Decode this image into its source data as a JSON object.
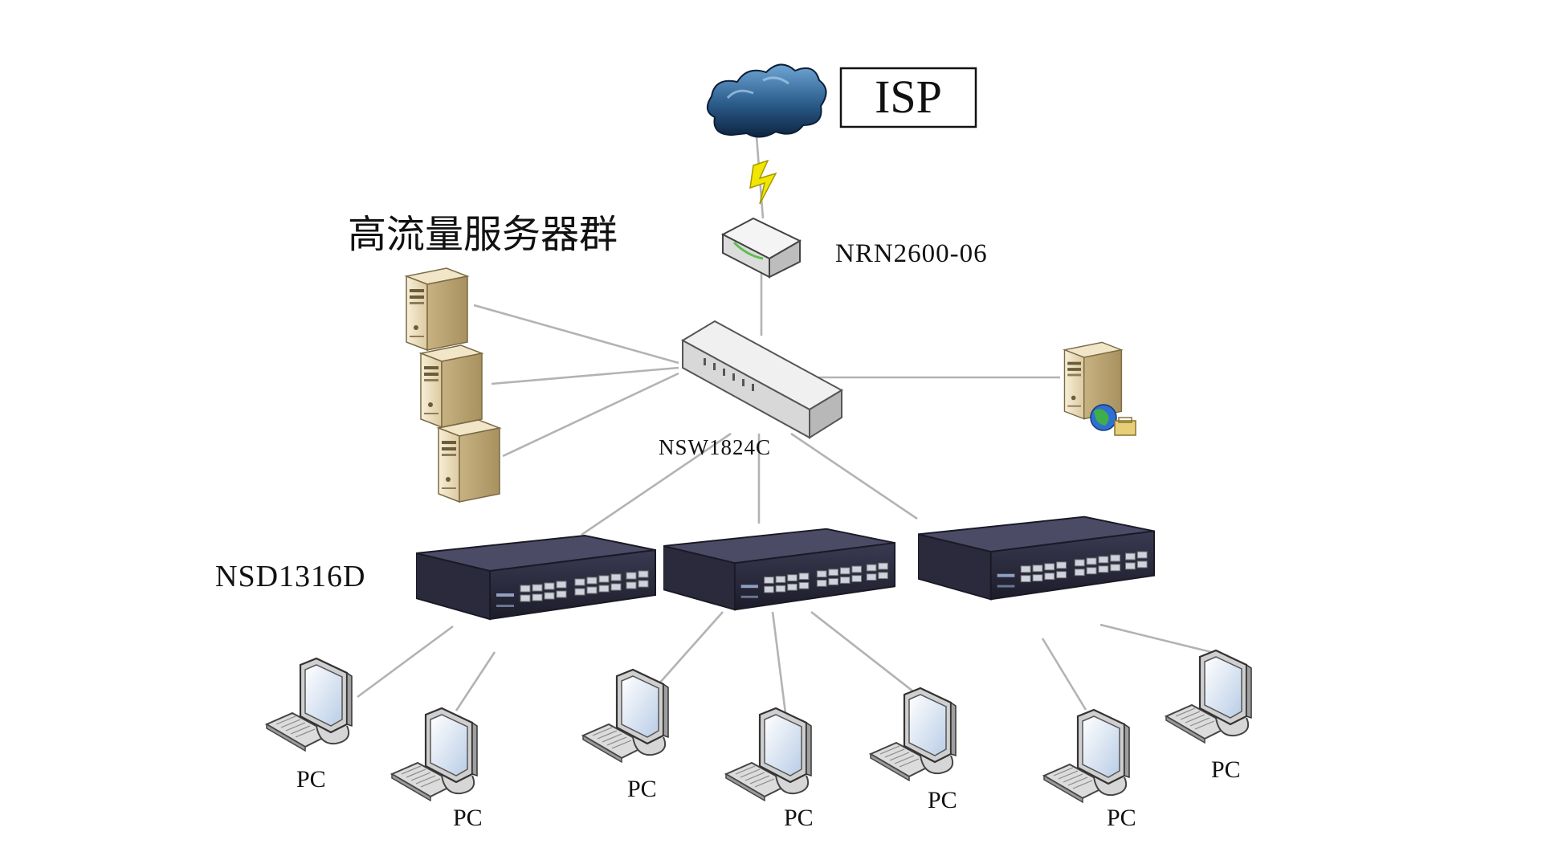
{
  "labels": {
    "isp": "ISP",
    "router": "NRN2600-06",
    "server_group": "高流量服务器群",
    "core_switch": "NSW1824C",
    "access_switch": "NSD1316D",
    "pc": "PC"
  },
  "colors": {
    "wire": "#b3b3b3",
    "cloud": "#2a5b8a",
    "lightning": "#f2e600",
    "switch_dark": "#2c2c3e",
    "server_beige": "#e8dcc0"
  },
  "icons": {
    "cloud": "cloud-icon",
    "lightning": "lightning-icon",
    "router": "router-icon",
    "core_switch": "switch-icon",
    "server": "server-icon",
    "web_server": "web-server-icon",
    "access_switch": "rack-switch-icon",
    "pc": "pc-icon"
  }
}
